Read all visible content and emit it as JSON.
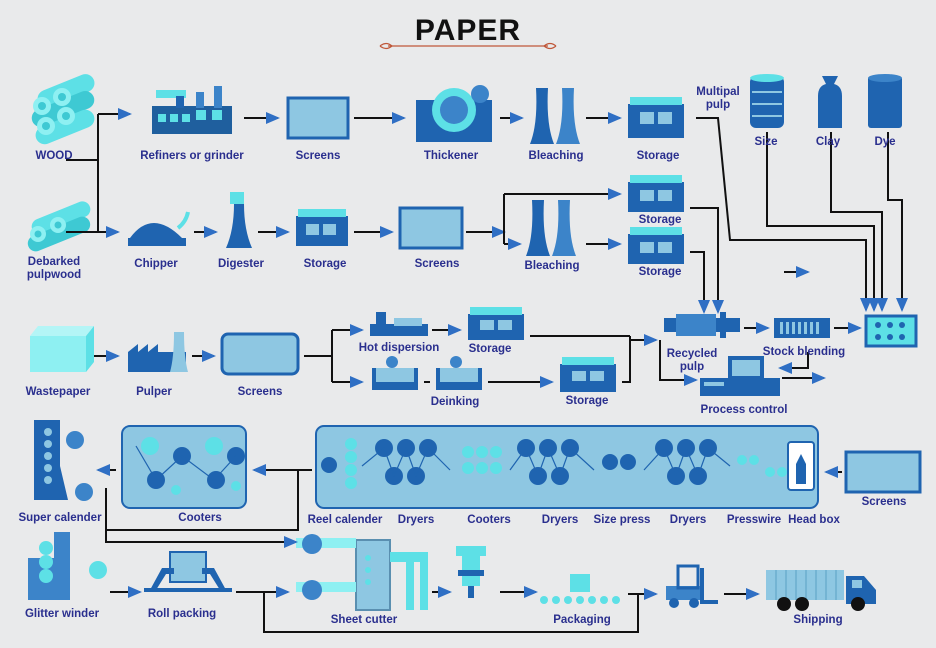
{
  "title": "PAPER",
  "colors": {
    "background": "#e9eaeb",
    "label": "#2a2f8e",
    "dark_blue": "#1f64b0",
    "mid_blue": "#3c84c9",
    "light_blue": "#8ec7e2",
    "cyan": "#5de0e6",
    "line": "#111111",
    "arrow": "#2f6fc4"
  },
  "labels": {
    "wood": "WOOD",
    "debarked": "Debarked\npulpwood",
    "refiners": "Refiners or grinder",
    "screens_1": "Screens",
    "thickener": "Thickener",
    "bleaching_1": "Bleaching",
    "storage_1": "Storage",
    "multipal_pulp": "Multipal\npulp",
    "size": "Size",
    "clay": "Clay",
    "dye": "Dye",
    "chipper": "Chipper",
    "digester": "Digester",
    "storage_2": "Storage",
    "screens_2": "Screens",
    "bleaching_2": "Bleaching",
    "storage_3": "Storage",
    "storage_4": "Storage",
    "wastepaper": "Wastepaper",
    "pulper": "Pulper",
    "screens_3": "Screens",
    "hot_dispersion": "Hot dispersion",
    "storage_5": "Storage",
    "deinking": "Deinking",
    "storage_6": "Storage",
    "recycled_pulp": "Recycled\npulp",
    "stock_blending": "Stock blending",
    "process_control": "Process control",
    "super_calender": "Super calender",
    "cooters_1": "Cooters",
    "reel_calender": "Reel calender",
    "dryers_1": "Dryers",
    "cooters_2": "Cooters",
    "dryers_2": "Dryers",
    "size_press": "Size press",
    "dryers_3": "Dryers",
    "presswire": "Presswire",
    "head_box": "Head box",
    "screens_4": "Screens",
    "glitter_winder": "Glitter winder",
    "roll_packing": "Roll packing",
    "sheet_cutter": "Sheet cutter",
    "packaging": "Packaging",
    "shipping": "Shipping"
  }
}
